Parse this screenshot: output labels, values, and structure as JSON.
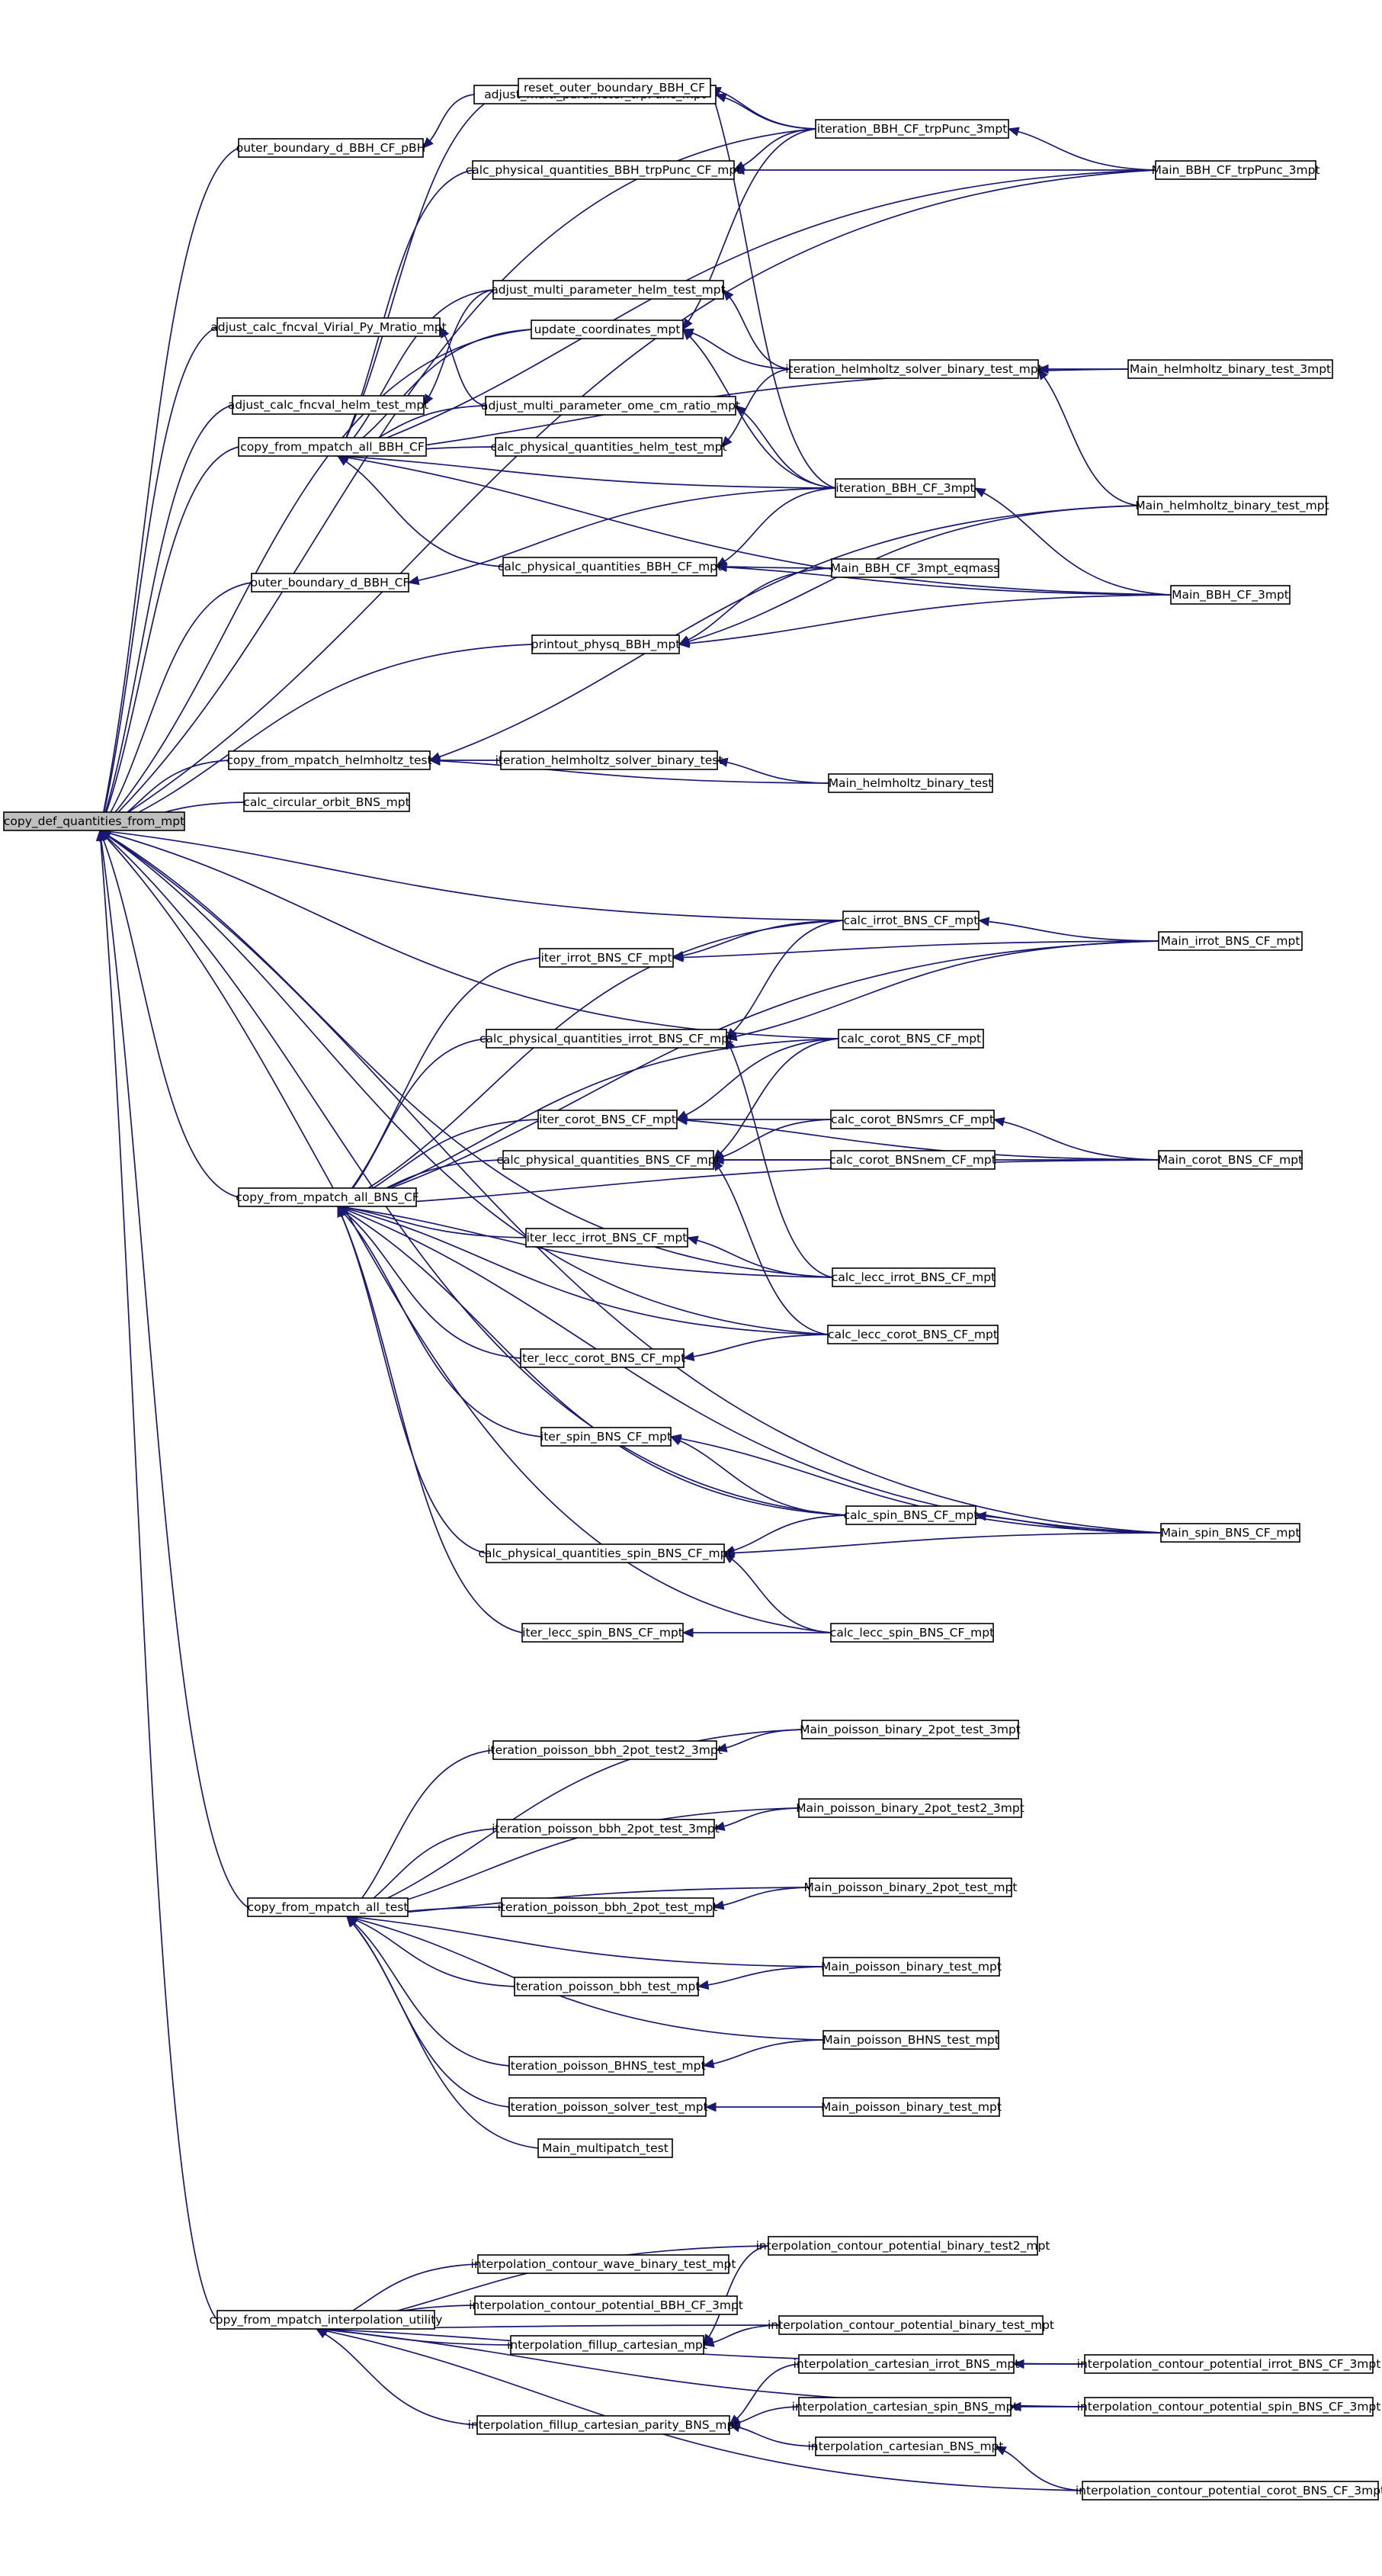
{
  "diagram": {
    "title": "",
    "colors": {
      "edge": "#191970",
      "node_border": "#000000",
      "node_fill": "#ffffff",
      "root_fill": "#bfbfbf",
      "text": "#000000"
    },
    "nodes": [
      {
        "id": "copy_def",
        "label": "copy_def_quantities_from_mpt",
        "root": true
      },
      {
        "id": "outer_pBH",
        "label": "outer_boundary_d_BBH_CF_pBH"
      },
      {
        "id": "adj_virial",
        "label": "adjust_calc_fncval_Virial_Py_Mratio_mpt"
      },
      {
        "id": "adj_helm_test",
        "label": "adjust_calc_fncval_helm_test_mpt"
      },
      {
        "id": "cfm_bbh",
        "label": "copy_from_mpatch_all_BBH_CF"
      },
      {
        "id": "outer_bbh",
        "label": "outer_boundary_d_BBH_CF"
      },
      {
        "id": "cfm_helm",
        "label": "copy_from_mpatch_helmholtz_test"
      },
      {
        "id": "circ_orbit",
        "label": "calc_circular_orbit_BNS_mpt"
      },
      {
        "id": "cfm_bns",
        "label": "copy_from_mpatch_all_BNS_CF"
      },
      {
        "id": "cfm_all",
        "label": "copy_from_mpatch_all_test"
      },
      {
        "id": "cfm_interp",
        "label": "copy_from_mpatch_interpolation_utility"
      },
      {
        "id": "adj_multi_trp",
        "label": "adjust_multi_parameter_trpPunc_mpt"
      },
      {
        "id": "reset_outer",
        "label": "reset_outer_boundary_BBH_CF"
      },
      {
        "id": "calc_pq_trp",
        "label": "calc_physical_quantities_BBH_trpPunc_CF_mpt"
      },
      {
        "id": "adj_multi_helm",
        "label": "adjust_multi_parameter_helm_test_mpt"
      },
      {
        "id": "update_coord",
        "label": "update_coordinates_mpt"
      },
      {
        "id": "adj_multi_ome",
        "label": "adjust_multi_parameter_ome_cm_ratio_mpt"
      },
      {
        "id": "calc_pq_helm",
        "label": "calc_physical_quantities_helm_test_mpt"
      },
      {
        "id": "calc_pq_bbh",
        "label": "calc_physical_quantities_BBH_CF_mpt"
      },
      {
        "id": "printout",
        "label": "printout_physq_BBH_mpt"
      },
      {
        "id": "iter_helm_sb",
        "label": "iteration_helmholtz_solver_binary_test"
      },
      {
        "id": "iter_trp",
        "label": "iteration_BBH_CF_trpPunc_3mpt"
      },
      {
        "id": "iter_helm_bt",
        "label": "iteration_helmholtz_solver_binary_test_mpt"
      },
      {
        "id": "iter_bbh3",
        "label": "iteration_BBH_CF_3mpt"
      },
      {
        "id": "main_eqmass",
        "label": "Main_BBH_CF_3mpt_eqmass"
      },
      {
        "id": "main_helm_b",
        "label": "Main_helmholtz_binary_test"
      },
      {
        "id": "main_trp",
        "label": "Main_BBH_CF_trpPunc_3mpt"
      },
      {
        "id": "main_helm3",
        "label": "Main_helmholtz_binary_test_3mpt"
      },
      {
        "id": "main_helm_mpt",
        "label": "Main_helmholtz_binary_test_mpt"
      },
      {
        "id": "main_bbh3",
        "label": "Main_BBH_CF_3mpt"
      },
      {
        "id": "iter_irrot",
        "label": "iter_irrot_BNS_CF_mpt"
      },
      {
        "id": "calc_pq_irrot",
        "label": "calc_physical_quantities_irrot_BNS_CF_mpt"
      },
      {
        "id": "iter_corot",
        "label": "iter_corot_BNS_CF_mpt"
      },
      {
        "id": "calc_pq_bns",
        "label": "calc_physical_quantities_BNS_CF_mpt"
      },
      {
        "id": "iter_lecc_irrot",
        "label": "iter_lecc_irrot_BNS_CF_mpt"
      },
      {
        "id": "iter_lecc_corot",
        "label": "iter_lecc_corot_BNS_CF_mpt"
      },
      {
        "id": "iter_spin",
        "label": "iter_spin_BNS_CF_mpt"
      },
      {
        "id": "calc_pq_spin",
        "label": "calc_physical_quantities_spin_BNS_CF_mpt"
      },
      {
        "id": "iter_lecc_spin",
        "label": "iter_lecc_spin_BNS_CF_mpt"
      },
      {
        "id": "calc_irrot",
        "label": "calc_irrot_BNS_CF_mpt"
      },
      {
        "id": "calc_corot",
        "label": "calc_corot_BNS_CF_mpt"
      },
      {
        "id": "calc_corot_mrs",
        "label": "calc_corot_BNSmrs_CF_mpt"
      },
      {
        "id": "calc_corot_nem",
        "label": "calc_corot_BNSnem_CF_mpt"
      },
      {
        "id": "calc_lecc_irrot",
        "label": "calc_lecc_irrot_BNS_CF_mpt"
      },
      {
        "id": "calc_lecc_corot",
        "label": "calc_lecc_corot_BNS_CF_mpt"
      },
      {
        "id": "calc_spin",
        "label": "calc_spin_BNS_CF_mpt"
      },
      {
        "id": "calc_lecc_spin",
        "label": "calc_lecc_spin_BNS_CF_mpt"
      },
      {
        "id": "main_irrot",
        "label": "Main_irrot_BNS_CF_mpt"
      },
      {
        "id": "main_corot",
        "label": "Main_corot_BNS_CF_mpt"
      },
      {
        "id": "main_spin",
        "label": "Main_spin_BNS_CF_mpt"
      },
      {
        "id": "iter_pbbh_t2",
        "label": "iteration_poisson_bbh_2pot_test2_3mpt"
      },
      {
        "id": "iter_pbbh_t3",
        "label": "iteration_poisson_bbh_2pot_test_3mpt"
      },
      {
        "id": "iter_pbbh_tm",
        "label": "iteration_poisson_bbh_2pot_test_mpt"
      },
      {
        "id": "iter_pbbh",
        "label": "iteration_poisson_bbh_test_mpt"
      },
      {
        "id": "iter_pbhns",
        "label": "iteration_poisson_BHNS_test_mpt"
      },
      {
        "id": "iter_psolver",
        "label": "iteration_poisson_solver_test_mpt"
      },
      {
        "id": "main_multi",
        "label": "Main_multipatch_test"
      },
      {
        "id": "main_pb2_3",
        "label": "Main_poisson_binary_2pot_test_3mpt"
      },
      {
        "id": "main_pb2_t2",
        "label": "Main_poisson_binary_2pot_test2_3mpt"
      },
      {
        "id": "main_pb2_m",
        "label": "Main_poisson_binary_2pot_test_mpt"
      },
      {
        "id": "main_pb_m",
        "label": "Main_poisson_binary_test_mpt"
      },
      {
        "id": "main_pbhns",
        "label": "Main_poisson_BHNS_test_mpt"
      },
      {
        "id": "main_pb_m2",
        "label": "Main_poisson_binary_test_mpt"
      },
      {
        "id": "ic_wave",
        "label": "interpolation_contour_wave_binary_test_mpt"
      },
      {
        "id": "ic_pot_bbh",
        "label": "interpolation_contour_potential_BBH_CF_3mpt"
      },
      {
        "id": "i_fillup",
        "label": "interpolation_fillup_cartesian_mpt"
      },
      {
        "id": "i_fillup_par",
        "label": "interpolation_fillup_cartesian_parity_BNS_mpt"
      },
      {
        "id": "ic_pot_b2",
        "label": "interpolation_contour_potential_binary_test2_mpt"
      },
      {
        "id": "ic_pot_b",
        "label": "interpolation_contour_potential_binary_test_mpt"
      },
      {
        "id": "ic_irrot",
        "label": "interpolation_cartesian_irrot_BNS_mpt"
      },
      {
        "id": "ic_spin",
        "label": "interpolation_cartesian_spin_BNS_mpt"
      },
      {
        "id": "ic_bns",
        "label": "interpolation_cartesian_BNS_mpt"
      },
      {
        "id": "icp_irrot",
        "label": "interpolation_contour_potential_irrot_BNS_CF_3mpt"
      },
      {
        "id": "icp_spin",
        "label": "interpolation_contour_potential_spin_BNS_CF_3mpt"
      },
      {
        "id": "icp_corot",
        "label": "interpolation_contour_potential_corot_BNS_CF_3mpt"
      }
    ],
    "edges": [
      [
        "outer_pBH",
        "copy_def"
      ],
      [
        "adj_virial",
        "copy_def"
      ],
      [
        "adj_helm_test",
        "copy_def"
      ],
      [
        "cfm_bbh",
        "copy_def"
      ],
      [
        "outer_bbh",
        "copy_def"
      ],
      [
        "cfm_helm",
        "copy_def"
      ],
      [
        "circ_orbit",
        "copy_def"
      ],
      [
        "cfm_bns",
        "copy_def"
      ],
      [
        "cfm_all",
        "copy_def"
      ],
      [
        "cfm_interp",
        "copy_def"
      ],
      [
        "printout",
        "copy_def"
      ],
      [
        "calc_irrot",
        "copy_def"
      ],
      [
        "calc_corot",
        "copy_def"
      ],
      [
        "calc_lecc_irrot",
        "copy_def"
      ],
      [
        "calc_lecc_corot",
        "copy_def"
      ],
      [
        "calc_spin",
        "copy_def"
      ],
      [
        "main_spin",
        "copy_def"
      ],
      [
        "calc_lecc_spin",
        "copy_def"
      ],
      [
        "update_coord",
        "copy_def"
      ],
      [
        "iter_trp",
        "copy_def"
      ],
      [
        "main_trp",
        "copy_def"
      ],
      [
        "adj_multi_trp",
        "outer_pBH"
      ],
      [
        "adj_multi_ome",
        "adj_virial"
      ],
      [
        "adj_multi_helm",
        "adj_helm_test"
      ],
      [
        "iter_bbh3",
        "outer_bbh"
      ],
      [
        "iter_trp",
        "adj_multi_trp"
      ],
      [
        "iter_trp",
        "reset_outer"
      ],
      [
        "iter_bbh3",
        "reset_outer"
      ],
      [
        "iter_trp",
        "calc_pq_trp"
      ],
      [
        "main_trp",
        "calc_pq_trp"
      ],
      [
        "main_trp",
        "iter_trp"
      ],
      [
        "iter_helm_bt",
        "adj_multi_helm"
      ],
      [
        "iter_trp",
        "update_coord"
      ],
      [
        "iter_helm_bt",
        "update_coord"
      ],
      [
        "iter_bbh3",
        "update_coord"
      ],
      [
        "iter_bbh3",
        "adj_multi_ome"
      ],
      [
        "iter_helm_bt",
        "calc_pq_helm"
      ],
      [
        "iter_bbh3",
        "calc_pq_bbh"
      ],
      [
        "main_eqmass",
        "calc_pq_bbh"
      ],
      [
        "main_bbh3",
        "calc_pq_bbh"
      ],
      [
        "main_eqmass",
        "printout"
      ],
      [
        "main_helm_mpt",
        "printout"
      ],
      [
        "main_bbh3",
        "printout"
      ],
      [
        "main_helm3",
        "iter_helm_bt"
      ],
      [
        "main_helm_mpt",
        "iter_helm_bt"
      ],
      [
        "main_bbh3",
        "iter_bbh3"
      ],
      [
        "main_helm_b",
        "iter_helm_sb"
      ],
      [
        "reset_outer",
        "cfm_bbh"
      ],
      [
        "calc_pq_trp",
        "cfm_bbh"
      ],
      [
        "adj_multi_helm",
        "cfm_bbh"
      ],
      [
        "update_coord",
        "cfm_bbh"
      ],
      [
        "adj_multi_ome",
        "cfm_bbh"
      ],
      [
        "calc_pq_helm",
        "cfm_bbh"
      ],
      [
        "calc_pq_bbh",
        "cfm_bbh"
      ],
      [
        "iter_bbh3",
        "cfm_bbh"
      ],
      [
        "main_helm3",
        "cfm_bbh"
      ],
      [
        "main_bbh3",
        "cfm_bbh"
      ],
      [
        "main_trp",
        "cfm_bbh"
      ],
      [
        "iter_helm_sb",
        "cfm_helm"
      ],
      [
        "main_helm_b",
        "cfm_helm"
      ],
      [
        "main_helm_mpt",
        "cfm_helm"
      ],
      [
        "iter_irrot",
        "cfm_bns"
      ],
      [
        "calc_pq_irrot",
        "cfm_bns"
      ],
      [
        "iter_corot",
        "cfm_bns"
      ],
      [
        "calc_pq_bns",
        "cfm_bns"
      ],
      [
        "iter_lecc_irrot",
        "cfm_bns"
      ],
      [
        "iter_lecc_corot",
        "cfm_bns"
      ],
      [
        "iter_spin",
        "cfm_bns"
      ],
      [
        "calc_pq_spin",
        "cfm_bns"
      ],
      [
        "iter_lecc_spin",
        "cfm_bns"
      ],
      [
        "calc_irrot",
        "cfm_bns"
      ],
      [
        "calc_corot",
        "cfm_bns"
      ],
      [
        "calc_lecc_irrot",
        "cfm_bns"
      ],
      [
        "calc_lecc_corot",
        "cfm_bns"
      ],
      [
        "calc_spin",
        "cfm_bns"
      ],
      [
        "main_irrot",
        "cfm_bns"
      ],
      [
        "main_corot",
        "cfm_bns"
      ],
      [
        "main_spin",
        "cfm_bns"
      ],
      [
        "calc_irrot",
        "iter_irrot"
      ],
      [
        "main_irrot",
        "iter_irrot"
      ],
      [
        "calc_irrot",
        "calc_pq_irrot"
      ],
      [
        "main_irrot",
        "calc_pq_irrot"
      ],
      [
        "calc_lecc_irrot",
        "calc_pq_irrot"
      ],
      [
        "main_irrot",
        "calc_irrot"
      ],
      [
        "calc_corot",
        "iter_corot"
      ],
      [
        "calc_corot_mrs",
        "iter_corot"
      ],
      [
        "main_corot",
        "iter_corot"
      ],
      [
        "calc_corot",
        "calc_pq_bns"
      ],
      [
        "calc_corot_mrs",
        "calc_pq_bns"
      ],
      [
        "calc_corot_nem",
        "calc_pq_bns"
      ],
      [
        "main_corot",
        "calc_pq_bns"
      ],
      [
        "calc_lecc_corot",
        "calc_pq_bns"
      ],
      [
        "main_corot",
        "calc_corot_mrs"
      ],
      [
        "calc_lecc_irrot",
        "iter_lecc_irrot"
      ],
      [
        "calc_lecc_corot",
        "iter_lecc_corot"
      ],
      [
        "calc_spin",
        "iter_spin"
      ],
      [
        "main_spin",
        "iter_spin"
      ],
      [
        "calc_spin",
        "calc_pq_spin"
      ],
      [
        "main_spin",
        "calc_pq_spin"
      ],
      [
        "calc_lecc_spin",
        "calc_pq_spin"
      ],
      [
        "main_spin",
        "calc_spin"
      ],
      [
        "calc_lecc_spin",
        "iter_lecc_spin"
      ],
      [
        "iter_pbbh_t2",
        "cfm_all"
      ],
      [
        "iter_pbbh_t3",
        "cfm_all"
      ],
      [
        "iter_pbbh_tm",
        "cfm_all"
      ],
      [
        "iter_pbbh",
        "cfm_all"
      ],
      [
        "iter_pbhns",
        "cfm_all"
      ],
      [
        "iter_psolver",
        "cfm_all"
      ],
      [
        "main_multi",
        "cfm_all"
      ],
      [
        "main_pb2_3",
        "cfm_all"
      ],
      [
        "main_pb2_t2",
        "cfm_all"
      ],
      [
        "main_pb2_m",
        "cfm_all"
      ],
      [
        "main_pb_m",
        "cfm_all"
      ],
      [
        "main_pbhns",
        "cfm_all"
      ],
      [
        "main_pb2_3",
        "iter_pbbh_t2"
      ],
      [
        "main_pb2_t2",
        "iter_pbbh_t3"
      ],
      [
        "main_pb2_m",
        "iter_pbbh_tm"
      ],
      [
        "main_pb_m",
        "iter_pbbh"
      ],
      [
        "main_pbhns",
        "iter_pbhns"
      ],
      [
        "main_pb_m2",
        "iter_psolver"
      ],
      [
        "ic_wave",
        "cfm_interp"
      ],
      [
        "ic_pot_bbh",
        "cfm_interp"
      ],
      [
        "i_fillup",
        "cfm_interp"
      ],
      [
        "i_fillup_par",
        "cfm_interp"
      ],
      [
        "ic_pot_b2",
        "cfm_interp"
      ],
      [
        "ic_pot_b",
        "cfm_interp"
      ],
      [
        "icp_irrot",
        "cfm_interp"
      ],
      [
        "icp_spin",
        "cfm_interp"
      ],
      [
        "icp_corot",
        "cfm_interp"
      ],
      [
        "ic_pot_b2",
        "i_fillup"
      ],
      [
        "ic_pot_b",
        "i_fillup"
      ],
      [
        "ic_irrot",
        "i_fillup_par"
      ],
      [
        "ic_spin",
        "i_fillup_par"
      ],
      [
        "ic_bns",
        "i_fillup_par"
      ],
      [
        "icp_irrot",
        "ic_irrot"
      ],
      [
        "icp_spin",
        "ic_spin"
      ],
      [
        "icp_corot",
        "ic_bns"
      ]
    ]
  }
}
